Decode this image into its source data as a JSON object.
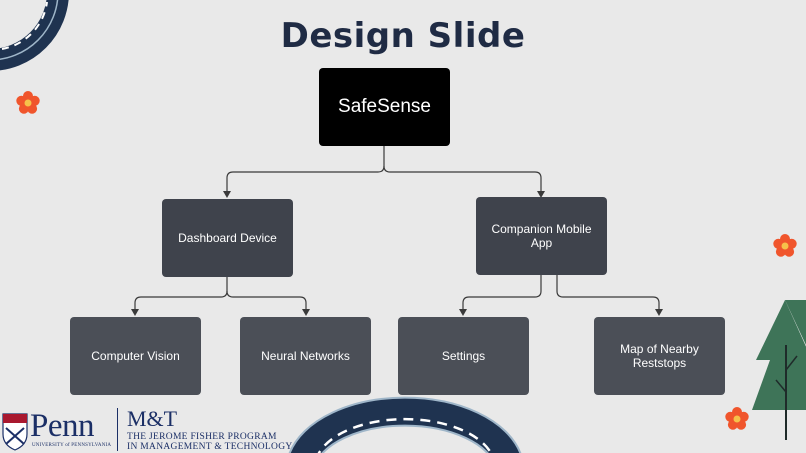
{
  "title": "Design Slide",
  "nodes": {
    "root": "SafeSense",
    "dashboard": "Dashboard Device",
    "companion": "Companion Mobile App",
    "computer_vision": "Computer Vision",
    "neural_networks": "Neural Networks",
    "settings": "Settings",
    "map": "Map of Nearby Reststops"
  },
  "footer": {
    "penn": "Penn",
    "penn_sub": "UNIVERSITY of PENNSYLVANIA",
    "mt": "M&T",
    "mt_line1": "THE JEROME FISHER PROGRAM",
    "mt_line2": "IN MANAGEMENT & TECHNOLOGY"
  },
  "colors": {
    "background": "#e9e9e9",
    "title": "#1f2b44",
    "root_box": "#000000",
    "node_box": "#3f434c",
    "road": "#1f3350",
    "flower": "#f0552c",
    "tree": "#3e7458"
  },
  "icons": [
    "road-decoration",
    "flower-icon",
    "tree-icon",
    "penn-shield-icon"
  ]
}
